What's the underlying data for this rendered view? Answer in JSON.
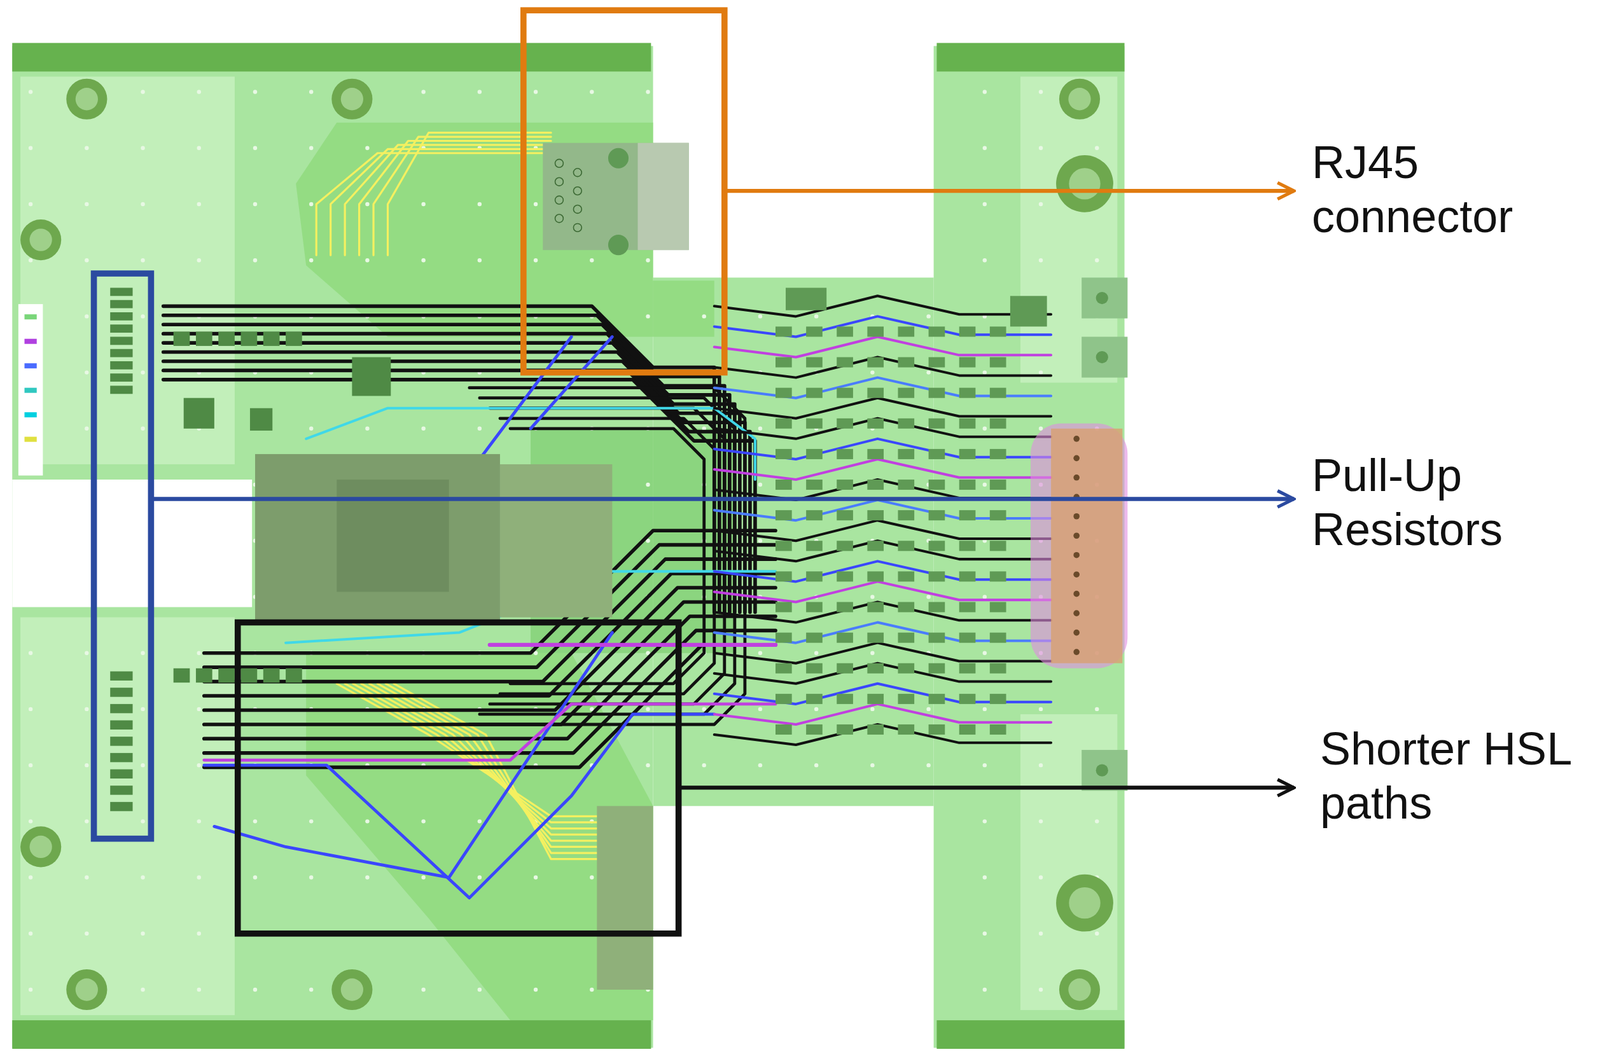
{
  "diagram": {
    "labels": [
      "RJ45 connector",
      "Pull-Up Resistors",
      "Shorter HSL paths"
    ]
  }
}
